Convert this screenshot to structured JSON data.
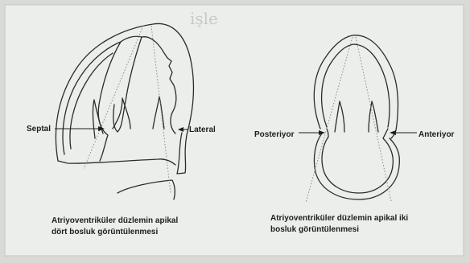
{
  "background_text": "işle",
  "left_view": {
    "septal_label": "Septal",
    "lateral_label": "Lateral",
    "caption_line1": "Atriyoventriküler düzlemin apikal",
    "caption_line2": "dört bosluk görüntülenmesi"
  },
  "right_view": {
    "posterior_label": "Posteriyor",
    "anterior_label": "Anteriyor",
    "caption_line1": "Atriyoventriküler düzlemin apikal iki",
    "caption_line2": "bosluk görüntülenmesi"
  },
  "colors": {
    "background": "#d9dad6",
    "panel": "#eceeeb",
    "line": "#2b2b2b",
    "dotted": "#8a8a8a"
  }
}
